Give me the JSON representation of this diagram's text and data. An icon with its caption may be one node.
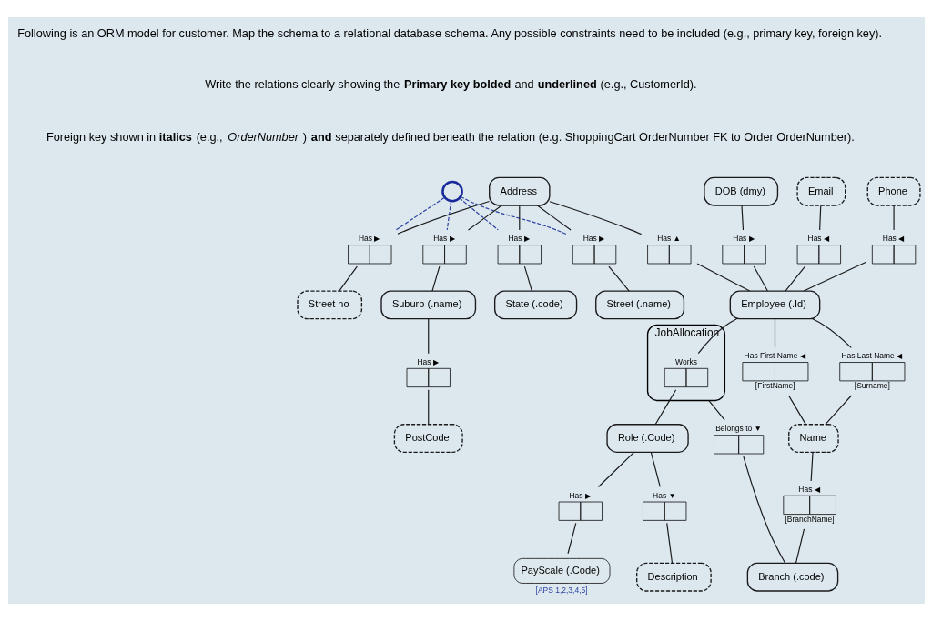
{
  "diagram": {
    "nodes": [
      {
        "text": [],
        "shape": "circle"
      },
      {
        "text": [],
        "shape": "box",
        "beside": [
          "Has ▶"
        ]
      },
      {
        "text": [
          "Street no"
        ]
      },
      {
        "text": [
          "DOB (dmy)"
        ]
      },
      {
        "text": [
          "Address"
        ]
      },
      {
        "text": [],
        "shape": "box",
        "beside": [
          "Has ▶"
        ]
      },
      {
        "text": [
          "Street (.name)"
        ]
      },
      {
        "text": [
          "Email"
        ]
      },
      {
        "text": [],
        "shape": "box",
        "beside": [
          "Has ▶"
        ]
      },
      {
        "text": [],
        "shape": "box",
        "beside": [
          "Has ▲"
        ]
      },
      {
        "text": [],
        "shape": "box",
        "beside": [
          "Has ▶"
        ]
      },
      {
        "text": [
          "Suburb (.name)"
        ]
      },
      {
        "text": [],
        "shape": "box",
        "beside": [
          "Has ▶"
        ]
      },
      {
        "text": [
          "PostCode"
        ]
      },
      {
        "text": [],
        "shape": "box",
        "beside": [
          "Has ◀"
        ]
      },
      {
        "text": [],
        "shape": "box",
        "beside": [
          "Has ▶"
        ]
      },
      {
        "text": [
          "State (.code)"
        ]
      },
      {
        "text": [
          "Phone"
        ]
      },
      {
        "text": [],
        "shape": "box",
        "beside": [
          "Has ◀"
        ]
      },
      {
        "text": [
          "Employee (.Id)"
        ]
      },
      {
        "text": [
          "JobAllocation"
        ]
      },
      {
        "text": [],
        "shape": "box",
        "in": 20,
        "beside": [
          "Works"
        ]
      },
      {
        "text": [
          "Role (.Code)"
        ]
      },
      {
        "text": [],
        "shape": "box",
        "beside": [
          "Has ▶"
        ]
      },
      {
        "text": [
          "PayScale (.Code)"
        ],
        "beside": [
          "[APS 1,2,3,4,5]"
        ]
      },
      {
        "text": [],
        "shape": "box",
        "beside": [
          "Has First Name ◀",
          "[FirstName]"
        ]
      },
      {
        "text": [
          "Name"
        ]
      },
      {
        "text": [],
        "shape": "box",
        "beside": [
          "Has Last Name ◀",
          "[Surname]"
        ]
      },
      {
        "text": [],
        "shape": "box",
        "beside": [
          "Belongs to ▼"
        ]
      },
      {
        "text": [],
        "shape": "box",
        "beside": [
          "Has ▼"
        ]
      },
      {
        "text": [],
        "shape": "box",
        "beside": [
          "Has ◀",
          "[BranchName]"
        ]
      },
      {
        "text": [
          "Branch (.code)"
        ]
      },
      {
        "text": [
          "Description"
        ]
      }
    ],
    "edges": [
      {
        "from": 0,
        "to": 1,
        "arrow": "none",
        "style": "dashed",
        "color": "#2a3fa0"
      },
      {
        "from": 0,
        "to": 5,
        "arrow": "none",
        "style": "dashed",
        "color": "#2a3fa0"
      },
      {
        "from": 0,
        "to": 10,
        "arrow": "none",
        "style": "dashed",
        "color": "#2a3fa0"
      },
      {
        "from": 0,
        "to": 15,
        "arrow": "none",
        "style": "dashed",
        "color": "#2a3fa0"
      },
      {
        "from": 4,
        "to": 1,
        "arrow": "none"
      },
      {
        "from": 1,
        "to": 2,
        "arrow": "none"
      },
      {
        "from": 4,
        "to": 5,
        "arrow": "none"
      },
      {
        "from": 5,
        "to": 6,
        "arrow": "none"
      },
      {
        "from": 4,
        "to": 10,
        "arrow": "none"
      },
      {
        "from": 10,
        "to": 11,
        "arrow": "none"
      },
      {
        "from": 11,
        "to": 12,
        "arrow": "none"
      },
      {
        "from": 12,
        "to": 13,
        "arrow": "none"
      },
      {
        "from": 4,
        "to": 15,
        "arrow": "none"
      },
      {
        "from": 15,
        "to": 16,
        "arrow": "none"
      },
      {
        "from": 3,
        "to": 8,
        "arrow": "none"
      },
      {
        "from": 8,
        "to": 19,
        "arrow": "none"
      },
      {
        "from": 7,
        "to": 14,
        "arrow": "none"
      },
      {
        "from": 14,
        "to": 19,
        "arrow": "none"
      },
      {
        "from": 4,
        "to": 9,
        "arrow": "none"
      },
      {
        "from": 9,
        "to": 19,
        "arrow": "none"
      },
      {
        "from": 17,
        "to": 18,
        "arrow": "none"
      },
      {
        "from": 18,
        "to": 19,
        "arrow": "none"
      },
      {
        "from": 19,
        "to": 21,
        "arrow": "none"
      },
      {
        "from": 21,
        "to": 22,
        "arrow": "none"
      },
      {
        "from": 22,
        "to": 23,
        "arrow": "none"
      },
      {
        "from": 23,
        "to": 24,
        "arrow": "none"
      },
      {
        "from": 19,
        "to": 25,
        "arrow": "none"
      },
      {
        "from": 25,
        "to": 26,
        "arrow": "none"
      },
      {
        "from": 19,
        "to": 27,
        "arrow": "none"
      },
      {
        "from": 27,
        "to": 26,
        "arrow": "none"
      },
      {
        "from": 26,
        "to": 30,
        "arrow": "none"
      },
      {
        "from": 30,
        "to": 31,
        "arrow": "none"
      },
      {
        "from": 20,
        "to": 28,
        "arrow": "none"
      },
      {
        "from": 28,
        "to": 31,
        "arrow": "none"
      },
      {
        "from": 22,
        "to": 29,
        "arrow": "none"
      },
      {
        "from": 29,
        "to": 32,
        "arrow": "none"
      }
    ],
    "labels": [
      "Following is an ORM model for customer. Map the schema to a relational database schema. Any possible constraints need to be included (e.g., primary key, foreign key).",
      "Write the relations clearly showing the **Primary key bolded** and **underlined** (e.g., CustomerId).",
      "Foreign key shown in **italics** (e.g., *OrderNumber* ) **and** separately defined beneath the relation (e.g. ShoppingCart OrderNumber FK to Order OrderNumber)."
    ]
  }
}
